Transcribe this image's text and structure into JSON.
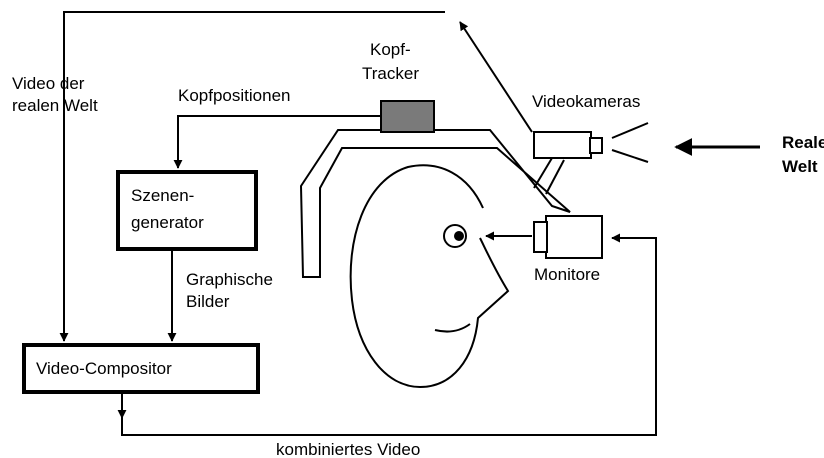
{
  "labels": {
    "video_real_world_1": "Video der",
    "video_real_world_2": "realen Welt",
    "head_positions": "Kopfpositionen",
    "head_tracker_1": "Kopf-",
    "head_tracker_2": "Tracker",
    "video_cameras": "Videokameras",
    "real_world_1": "Reale",
    "real_world_2": "Welt",
    "scene_generator_1": "Szenen-",
    "scene_generator_2": "generator",
    "graphic_images_1": "Graphische",
    "graphic_images_2": "Bilder",
    "monitors": "Monitore",
    "video_compositor": "Video-Compositor",
    "combined_video": "kombiniertes Video"
  },
  "colors": {
    "stroke": "#000000",
    "tracker_fill": "#7a7a7a",
    "background": "#ffffff"
  }
}
